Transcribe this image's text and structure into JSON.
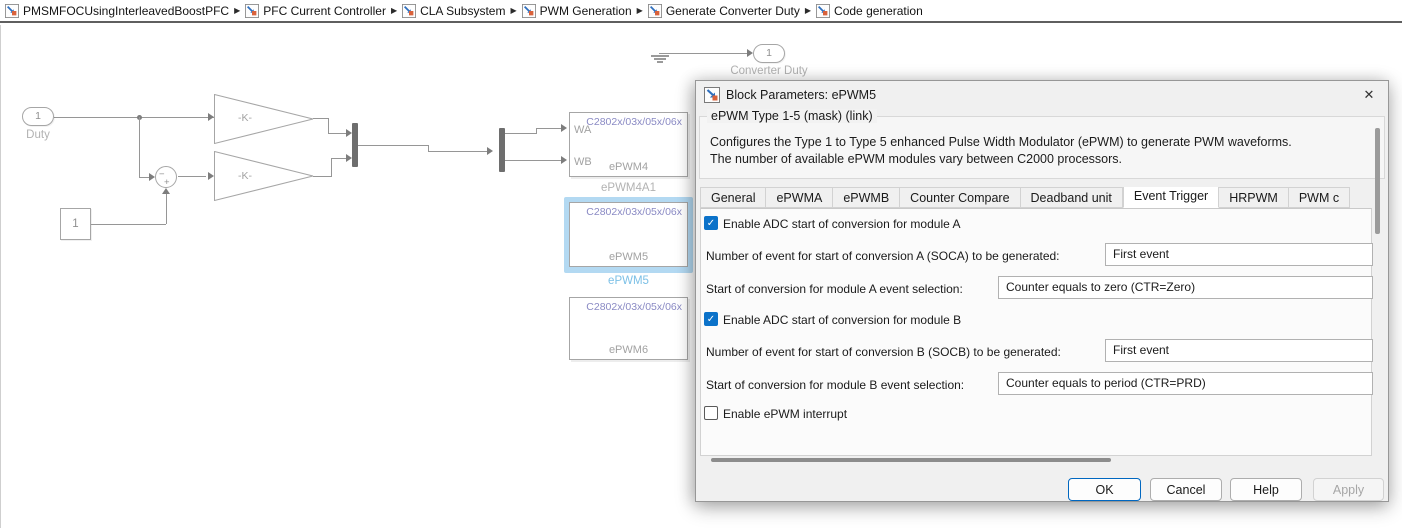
{
  "breadcrumb": {
    "separator": "▶",
    "items": [
      "PMSMFOCUsingInterleavedBoostPFC",
      "PFC Current Controller",
      "CLA Subsystem",
      "PWM Generation",
      "Generate Converter Duty",
      "Code generation"
    ]
  },
  "canvas": {
    "inport": {
      "number": "1",
      "label": "Duty"
    },
    "constant": {
      "value": "1"
    },
    "sum": {
      "sign_minus": "−",
      "sign_plus": "+"
    },
    "gain1": {
      "label": "-K-"
    },
    "gain2": {
      "label": "-K-"
    },
    "outport": {
      "number": "1",
      "label": "Converter Duty"
    },
    "epwm4": {
      "chip": "C2802x/03x/05x/06x",
      "port_a": "WA",
      "port_b": "WB",
      "name": "ePWM4",
      "label": "ePWM4A1"
    },
    "epwm5": {
      "chip": "C2802x/03x/05x/06x",
      "name": "ePWM5",
      "label": "ePWM5"
    },
    "epwm6": {
      "chip": "C2802x/03x/05x/06x",
      "name": "ePWM6"
    }
  },
  "dialog": {
    "title": "Block Parameters: ePWM5",
    "close_glyph": "✕",
    "mask": {
      "title": "ePWM Type 1-5 (mask) (link)",
      "description_line1": "Configures the Type 1 to Type 5 enhanced Pulse Width Modulator (ePWM) to generate PWM waveforms.",
      "description_line2": "The number of available ePWM modules vary between C2000 processors."
    },
    "tabs": {
      "active": "Event Trigger",
      "items": [
        "General",
        "ePWMA",
        "ePWMB",
        "Counter Compare",
        "Deadband unit",
        "Event Trigger",
        "HRPWM",
        "PWM c"
      ]
    },
    "fields": {
      "checkmark": "✓",
      "enable_soc_a": "Enable ADC start of conversion for module A",
      "soca_count_label": "Number of event for start of conversion A (SOCA) to be generated:",
      "soca_count_value": "First event",
      "soca_event_label": "Start of conversion for module A event selection:",
      "soca_event_value": "Counter equals to zero (CTR=Zero)",
      "enable_soc_b": "Enable ADC start of conversion for module B",
      "socb_count_label": "Number of event for start of conversion B (SOCB) to be generated:",
      "socb_count_value": "First event",
      "socb_event_label": "Start of conversion for module B event selection:",
      "socb_event_value": "Counter equals to period (CTR=PRD)",
      "enable_interrupt": "Enable ePWM interrupt"
    },
    "buttons": {
      "ok": "OK",
      "cancel": "Cancel",
      "help": "Help",
      "apply": "Apply"
    }
  },
  "colors": {
    "accent_blue": "#0067c0",
    "checkbox_blue": "#0b72c9",
    "selection_halo": "#b3d9f2",
    "selection_label": "#7cc0e6",
    "chip_text": "#8a8ac4"
  }
}
